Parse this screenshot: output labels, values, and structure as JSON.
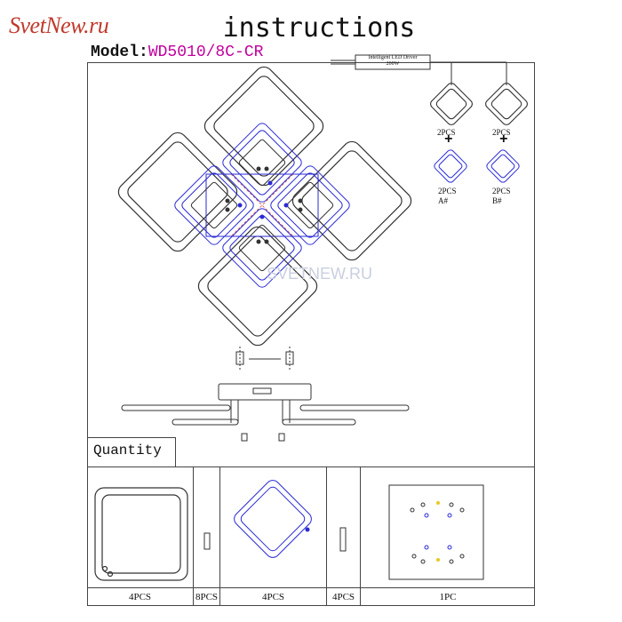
{
  "brand": {
    "text": "SvetNew.ru"
  },
  "header": {
    "title": "instructions",
    "model_label": "Model:",
    "model_code": "WD5010/8C-CR"
  },
  "driver": {
    "name": "Intelligent LED Driver",
    "power": "200W"
  },
  "module_labels": {
    "a_top": "2PCS",
    "b_top": "2PCS",
    "plus": "+",
    "a_bottom": "2PCS",
    "a_type": "A#",
    "b_bottom": "2PCS",
    "b_type": "B#"
  },
  "watermark": "SVETNEW.RU",
  "quantity": {
    "heading": "Quantity",
    "items": [
      {
        "count": "4PCS"
      },
      {
        "count": "8PCS"
      },
      {
        "count": "4PCS"
      },
      {
        "count": "4PCS"
      },
      {
        "count": "1PC"
      }
    ]
  },
  "colors": {
    "brand": "#c0392b",
    "model_code": "#c2009e",
    "led_blue": "#2a2ad6",
    "line": "#333333"
  }
}
